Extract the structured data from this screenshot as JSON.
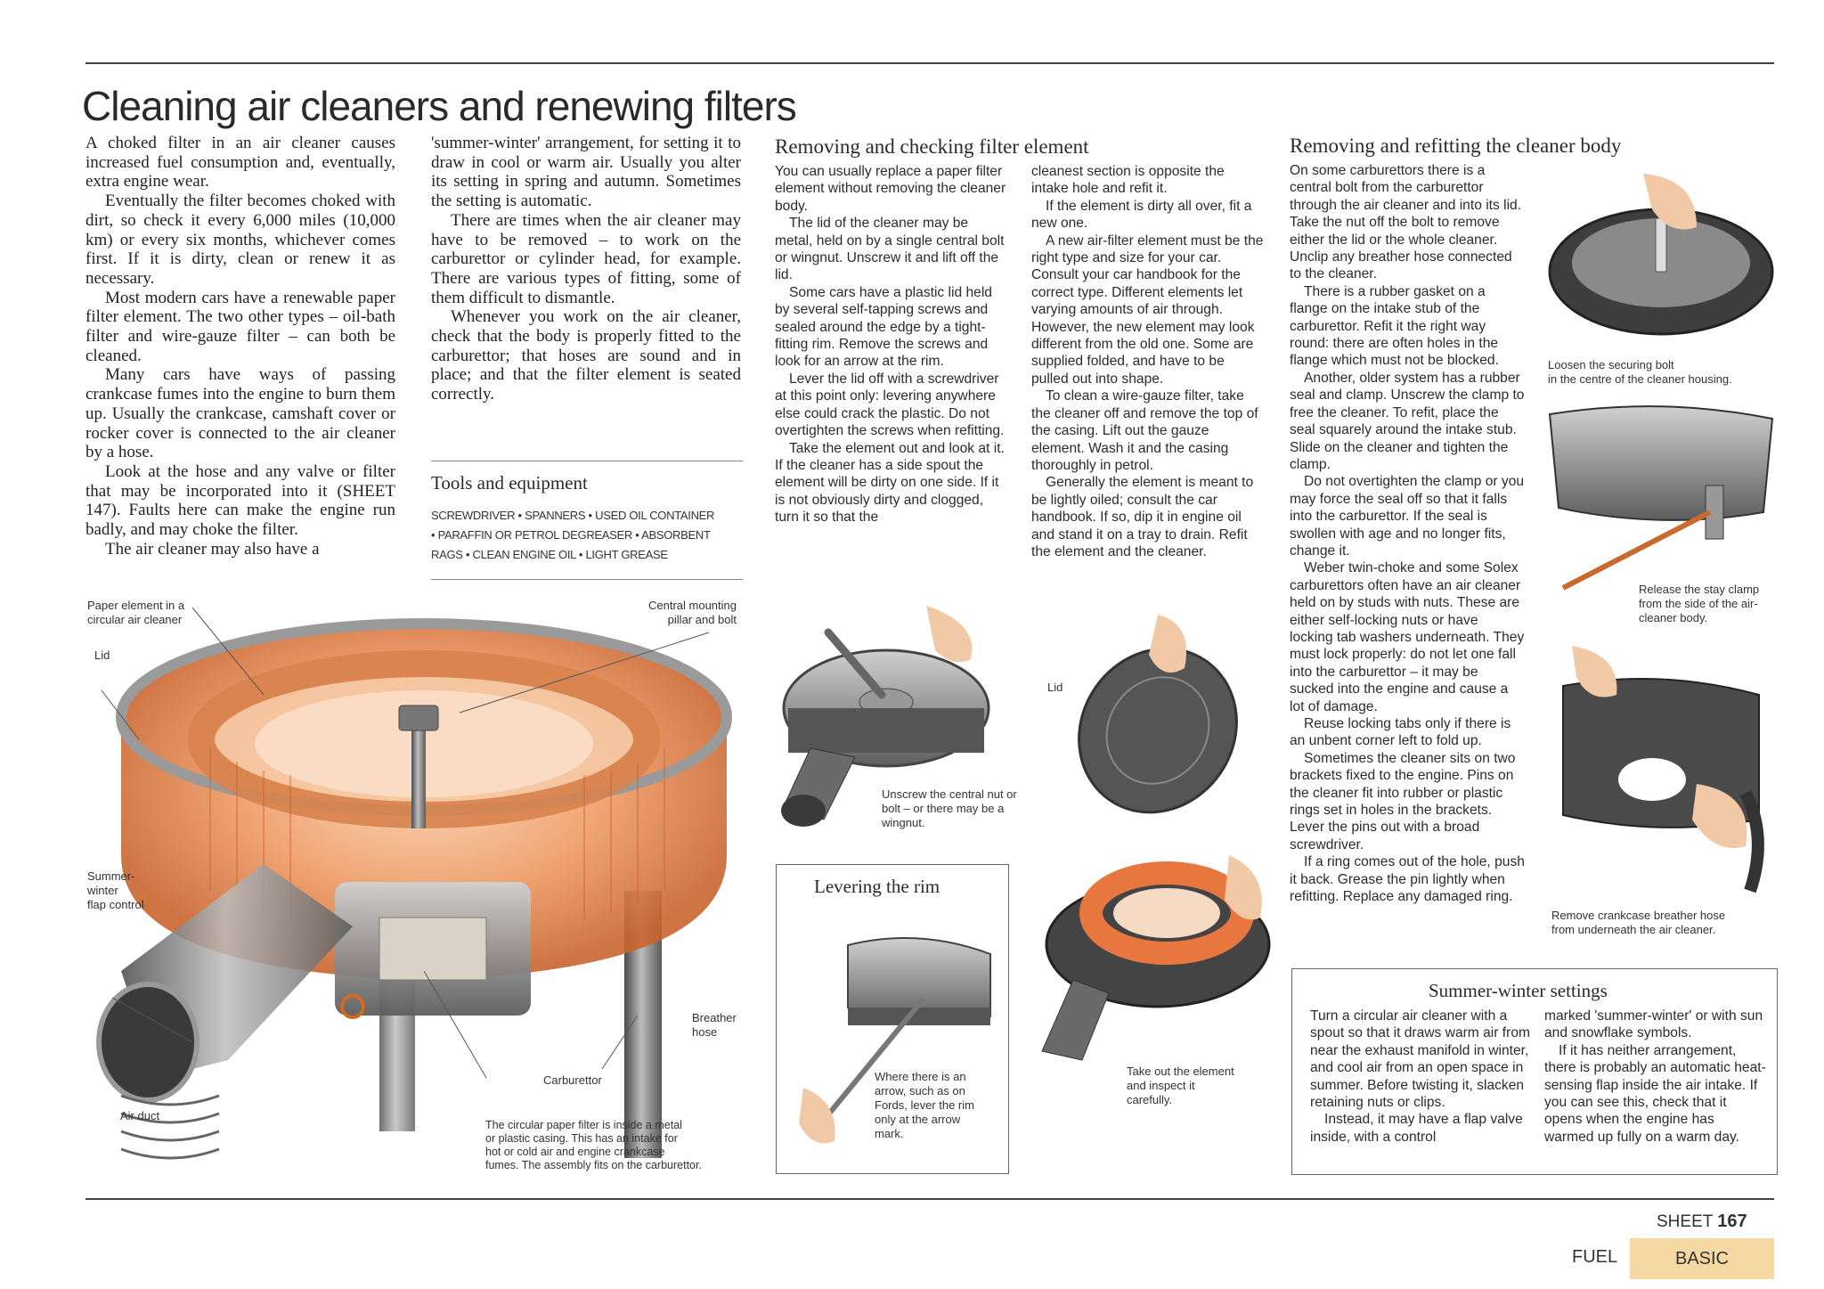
{
  "title": "Cleaning air cleaners and renewing filters",
  "intro": {
    "col1": [
      "A choked filter in an air cleaner causes increased fuel consumption and, eventually, extra engine wear.",
      "Eventually the filter becomes choked with dirt, so check it every 6,000 miles (10,000 km) or every six months, whichever comes first. If it is dirty, clean or renew it as necessary.",
      "Most modern cars have a renewable paper filter element. The two other types – oil-bath filter and wire-gauze filter – can both be cleaned.",
      "Many cars have ways of passing crankcase fumes into the engine to burn them up. Usually the crankcase, camshaft cover or rocker cover is connected to the air cleaner by a hose.",
      "Look at the hose and any valve or filter that may be incorporated into it (SHEET 147). Faults here can make the engine run badly, and may choke the filter.",
      "The air cleaner may also have a"
    ],
    "col2": [
      "'summer-winter' arrangement, for setting it to draw in cool or warm air. Usually you alter its setting in spring and autumn. Sometimes the setting is automatic.",
      "There are times when the air cleaner may have to be removed – to work on the carburettor or cylinder head, for example. There are various types of fitting, some of them difficult to dismantle.",
      "Whenever you work on the air cleaner, check that the body is properly fitted to the carburettor; that hoses are sound and in place; and that the filter element is seated correctly."
    ]
  },
  "tools": {
    "heading": "Tools and equipment",
    "lines": [
      "SCREWDRIVER  •  SPANNERS  •  USED OIL CONTAINER",
      "•  PARAFFIN OR PETROL DEGREASER  •  ABSORBENT",
      "RAGS  •  CLEAN ENGINE OIL  •  LIGHT GREASE"
    ]
  },
  "main_illustration": {
    "labels": {
      "paper_element": [
        "Paper element in a",
        "circular air cleaner"
      ],
      "lid": "Lid",
      "central_pillar": [
        "Central mounting",
        "pillar and bolt"
      ],
      "summer_winter": [
        "Summer-",
        "winter",
        "flap control"
      ],
      "breather": [
        "Breather",
        "hose"
      ],
      "carburettor": "Carburettor",
      "air_duct": "Air duct"
    },
    "caption": [
      "The circular paper filter is inside a metal",
      "or plastic casing. This has an intake for",
      "hot or cold air and engine crankcase",
      "fumes. The assembly fits on the carburettor."
    ]
  },
  "removing_checking": {
    "heading": "Removing and checking filter element",
    "col1": [
      "You can usually replace a paper filter element without removing the cleaner body.",
      "The lid of the cleaner may be metal, held on by a single central bolt or wingnut. Unscrew it and lift off the lid.",
      "Some cars have a plastic lid held by several self-tapping screws and sealed around the edge by a tight-fitting rim. Remove the screws and look for an arrow at the rim.",
      "Lever the lid off with a screwdriver at this point only: levering anywhere else could crack the plastic. Do not overtighten the screws when refitting.",
      "Take the element out and look at it. If the cleaner has a side spout the element will be dirty on one side. If it is not obviously dirty and clogged, turn it so that the"
    ],
    "col2": [
      "cleanest section is opposite the intake hole and refit it.",
      "If the element is dirty all over, fit a new one.",
      "A new air-filter element must be the right type and size for your car. Consult your car handbook for the correct type. Different elements let varying amounts of air through. However, the new element may look different from the old one. Some are supplied folded, and have to be pulled out into shape.",
      "To clean a wire-gauze filter, take the cleaner off and remove the top of the casing. Lift out the gauze element. Wash it and the casing thoroughly in petrol.",
      "Generally the element is meant to be lightly oiled; consult the car handbook. If so, dip it in engine oil and stand it on a tray to drain. Refit the element and the cleaner."
    ],
    "captions": {
      "unscrew": [
        "Unscrew the central nut or",
        "bolt – or there may be a",
        "wingnut."
      ],
      "lid": "Lid",
      "take_out": [
        "Take out the element",
        "and inspect it",
        "carefully."
      ]
    }
  },
  "levering": {
    "heading": "Levering the rim",
    "caption": [
      "Where there is an",
      "arrow, such as on",
      "Fords, lever the rim",
      "only at the arrow",
      "mark."
    ]
  },
  "removing_refitting": {
    "heading": "Removing and refitting the cleaner body",
    "paragraphs": [
      "On some carburettors there is a central bolt from the carburettor through the air cleaner and into its lid. Take the nut off the bolt to remove either the lid or the whole cleaner. Unclip any breather hose connected to the cleaner.",
      "There is a rubber gasket on a flange on the intake stub of the carburettor. Refit it the right way round: there are often holes in the flange which must not be blocked.",
      "Another, older system has a rubber seal and clamp. Unscrew the clamp to free the cleaner. To refit, place the seal squarely around the intake stub. Slide on the cleaner and tighten the clamp.",
      "Do not overtighten the clamp or you may force the seal off so that it falls into the carburettor. If the seal is swollen with age and no longer fits, change it.",
      "Weber twin-choke and some Solex carburettors often have an air cleaner held on by studs with nuts. These are either self-locking nuts or have locking tab washers underneath. They must lock properly: do not let one fall into the carburettor – it may be sucked into the engine and cause a lot of damage.",
      "Reuse locking tabs only if there is an unbent corner left to fold up.",
      "Sometimes the cleaner sits on two brackets fixed to the engine. Pins on the cleaner fit into rubber or plastic rings set in holes in the brackets. Lever the pins out with a broad screwdriver.",
      "If a ring comes out of the hole, push it back. Grease the pin lightly when refitting. Replace any damaged ring."
    ],
    "captions": {
      "bolt": [
        "Loosen the securing bolt",
        "in the centre of the cleaner housing."
      ],
      "stay": [
        "Release the stay clamp",
        "from the side of the air-",
        "cleaner body."
      ],
      "hose": [
        "Remove crankcase breather hose",
        "from underneath the air cleaner."
      ]
    }
  },
  "summer_winter": {
    "heading": "Summer-winter settings",
    "col1": [
      "Turn a circular air cleaner with a spout so that it draws warm air from near the exhaust manifold in winter, and cool air from an open space in summer. Before twisting it, slacken retaining nuts or clips.",
      "Instead, it may have a flap valve inside, with a control"
    ],
    "col2": [
      "marked 'summer-winter' or with sun and snowflake symbols.",
      "If it has neither arrangement, there is probably an automatic heat-sensing flap inside the air intake. If you can see this, check that it opens when the engine has warmed up fully on a warm day."
    ]
  },
  "footer": {
    "sheet_label": "SHEET",
    "sheet_number": "167",
    "section": "FUEL",
    "level": "BASIC"
  },
  "colors": {
    "filter_orange": "#e8773f",
    "metal_grey": "#6e6e6e",
    "basic_tab": "#f6d8a3"
  }
}
